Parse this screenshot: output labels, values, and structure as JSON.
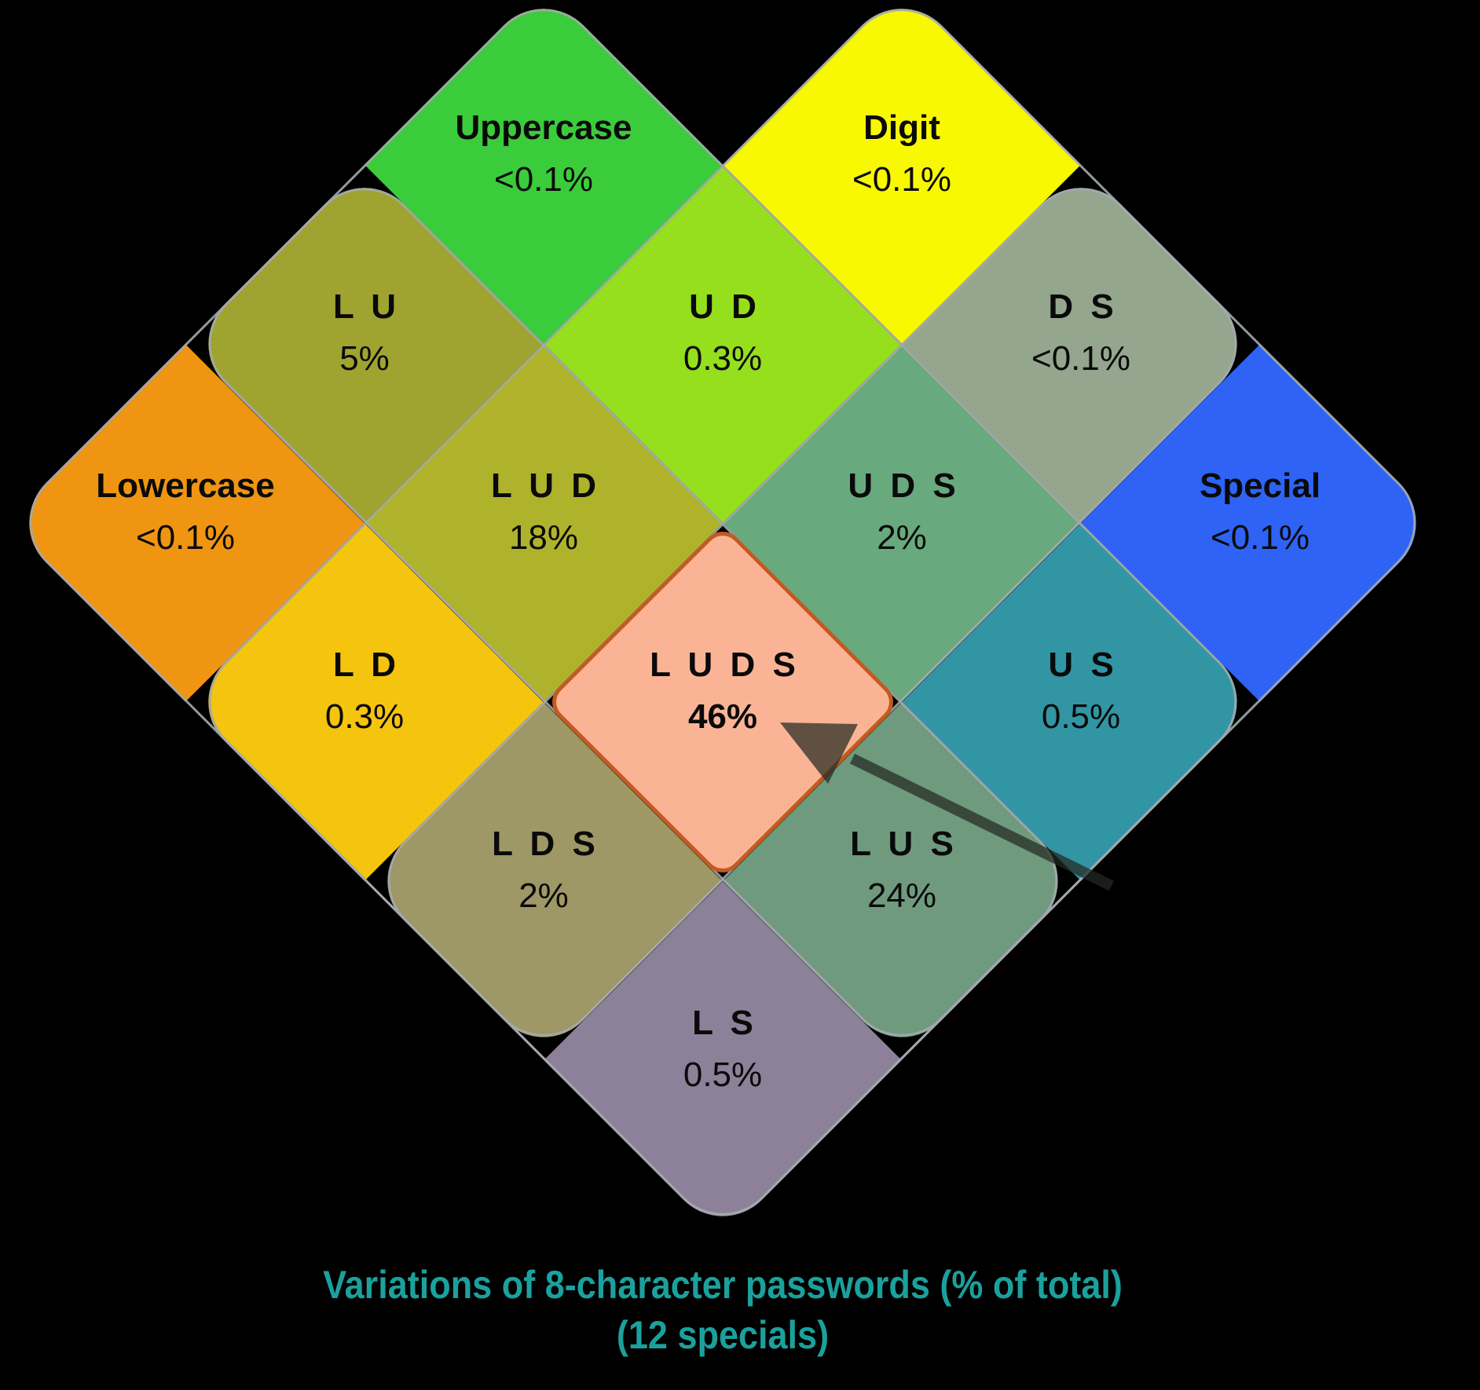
{
  "figure": {
    "background": "#000000",
    "outline_color": "rgba(163,168,173,0.9)",
    "arrow_color": "rgba(35,42,35,0.72)"
  },
  "caption": {
    "line1": "Variations of 8-character passwords (% of total)",
    "line2": "(12 specials)",
    "color": "#1BA19D"
  },
  "regions": {
    "U": {
      "label": "Uppercase",
      "value": "<0.1%",
      "color": "#3BCC3B"
    },
    "D": {
      "label": "Digit",
      "value": "<0.1%",
      "color": "#F8F800"
    },
    "L": {
      "label": "Lowercase",
      "value": "<0.1%",
      "color": "#EF9512"
    },
    "S": {
      "label": "Special",
      "value": "<0.1%",
      "color": "#2E63F6"
    },
    "LU": {
      "label": "L U",
      "value": "5%",
      "color": "#9FA431"
    },
    "UD": {
      "label": "U D",
      "value": "0.3%",
      "color": "#96DF1D"
    },
    "DS": {
      "label": "D S",
      "value": "<0.1%",
      "color": "#94A68E"
    },
    "LUD": {
      "label": "L U D",
      "value": "18%",
      "color": "#AFB32B"
    },
    "UDS": {
      "label": "U D S",
      "value": "2%",
      "color": "#68A97E"
    },
    "LD": {
      "label": "L D",
      "value": "0.3%",
      "color": "#F5C40E"
    },
    "US": {
      "label": "U S",
      "value": "0.5%",
      "color": "#3295A4"
    },
    "LDS": {
      "label": "L D S",
      "value": "2%",
      "color": "#9E9766"
    },
    "LUS": {
      "label": "L U S",
      "value": "24%",
      "color": "#6F9A7E"
    },
    "LS": {
      "label": "L S",
      "value": "0.5%",
      "color": "#8C8199"
    },
    "LUDS": {
      "label": "L U D S",
      "value": "46%",
      "color": "#FAB495",
      "border_color": "#C25B1E"
    }
  }
}
